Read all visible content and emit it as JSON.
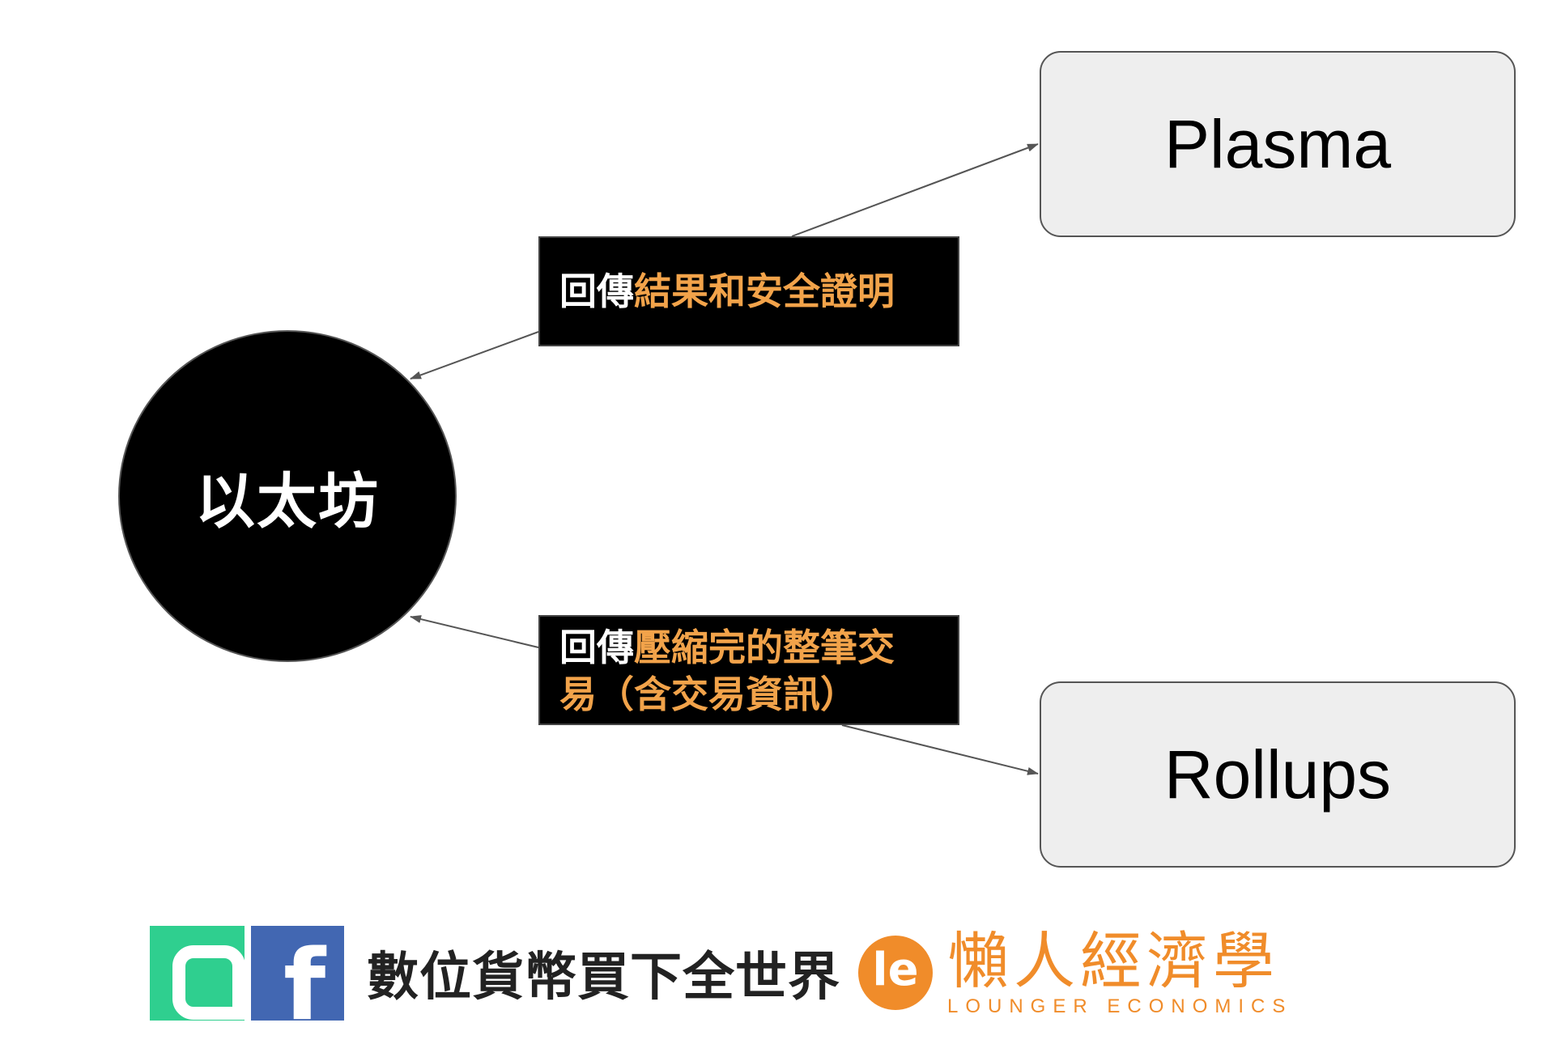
{
  "diagram": {
    "center_node": {
      "label": "以太坊"
    },
    "nodes": [
      {
        "id": "plasma",
        "label": "Plasma"
      },
      {
        "id": "rollups",
        "label": "Rollups"
      }
    ],
    "edge_labels": {
      "top": {
        "prefix": "回傳",
        "highlight": "結果和安全證明"
      },
      "bottom": {
        "prefix": "回傳",
        "highlight_line1": "壓縮完的整筆交",
        "highlight_line2": "易（含交易資訊）"
      }
    }
  },
  "footer": {
    "app_icon": "app-logo-icon",
    "fb_icon_glyph": "f",
    "slogan": "數位貨幣買下全世界",
    "brand_logo_glyph": "le",
    "brand_name": "懶人經濟學",
    "brand_english": "LOUNGER ECONOMICS"
  },
  "colors": {
    "highlight": "#f2a34a",
    "brand": "#f08c2a",
    "app_green": "#2fcf8f",
    "facebook_blue": "#4267b2"
  }
}
